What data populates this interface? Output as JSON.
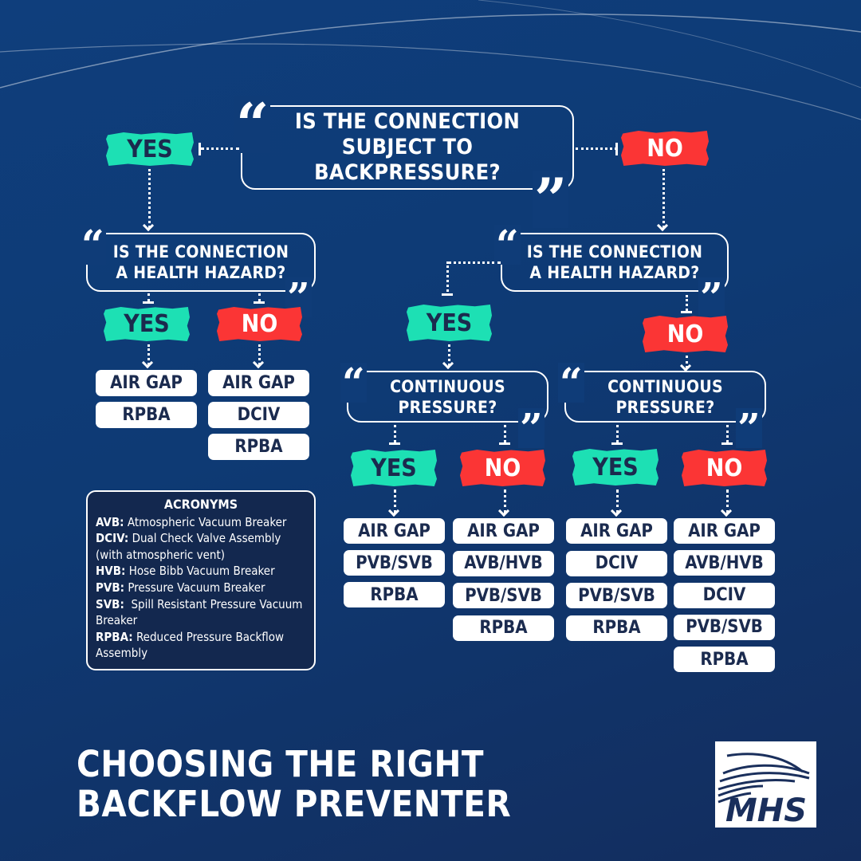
{
  "root_question": {
    "lines": [
      "IS THE CONNECTION",
      "SUBJECT TO",
      "BACKPRESSURE?"
    ]
  },
  "labels": {
    "yes": "YES",
    "no": "NO"
  },
  "health_question": {
    "lines": [
      "IS THE CONNECTION",
      "A HEALTH HAZARD?"
    ]
  },
  "continuous_question": {
    "lines": [
      "CONTINUOUS",
      "PRESSURE?"
    ]
  },
  "outcomes": {
    "backpressure_yes_hazard_yes": [
      "AIR GAP",
      "RPBA"
    ],
    "backpressure_yes_hazard_no": [
      "AIR GAP",
      "DCIV",
      "RPBA"
    ],
    "backpressure_no_hazard_yes_continuous_yes": [
      "AIR GAP",
      "PVB/SVB",
      "RPBA"
    ],
    "backpressure_no_hazard_yes_continuous_no": [
      "AIR GAP",
      "AVB/HVB",
      "PVB/SVB",
      "RPBA"
    ],
    "backpressure_no_hazard_no_continuous_yes": [
      "AIR GAP",
      "DCIV",
      "PVB/SVB",
      "RPBA"
    ],
    "backpressure_no_hazard_no_continuous_no": [
      "AIR GAP",
      "AVB/HVB",
      "DCIV",
      "PVB/SVB",
      "RPBA"
    ]
  },
  "acronyms": {
    "title": "ACRONYMS",
    "items": [
      {
        "abbr": "AVB:",
        "text": "Atmospheric Vacuum Breaker"
      },
      {
        "abbr": "DCIV:",
        "text": "Dual Check Valve Assembly (with atmospheric vent)"
      },
      {
        "abbr": "HVB:",
        "text": "Hose Bibb Vacuum Breaker"
      },
      {
        "abbr": "PVB:",
        "text": "Pressure Vacuum Breaker"
      },
      {
        "abbr": "SVB:",
        "text": " Spill Resistant Pressure Vacuum Breaker"
      },
      {
        "abbr": "RPBA:",
        "text": "Reduced Pressure Backflow Assembly"
      }
    ]
  },
  "title": "CHOOSING THE RIGHT BACKFLOW PREVENTER",
  "logo": {
    "text": "MHS"
  },
  "colors": {
    "yes": "#1de0b4",
    "no": "#fb3535",
    "background": "#0f3e7c",
    "pill_text": "#1b2b4f"
  }
}
